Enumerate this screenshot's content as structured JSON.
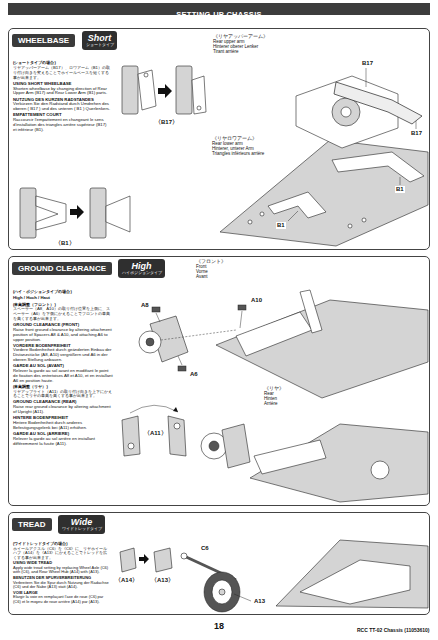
{
  "diagram": {
    "title": "SETTING UP CHASSIS",
    "nodes": [
      {
        "text": [
          "WHEELBASE"
        ]
      },
      {
        "text": [
          "Short",
          "ショートタイプ"
        ],
        "in": 0
      },
      {
        "text": [
          "GROUND CLEARANCE"
        ]
      },
      {
        "text": [
          "High",
          "ハイポジションタイプ"
        ],
        "in": 2
      },
      {
        "text": [
          "TREAD"
        ]
      },
      {
        "text": [
          "Wide",
          "ワイドトレッドタイプ"
        ],
        "in": 4
      }
    ],
    "labels": [
      "(ショートタイプの場合)",
      "リヤアッパーアーム（B17）、ロワアーム（B1）の取り付け向きを変えることでホイールベースを短くする事が出来ます。",
      "USING SHORT WHEELBASE",
      "Shorten wheelbase by changing direction of Rear Upper Arm (B17) and Rear Lower Arm (B1) parts.",
      "NUTZUNG DES KURZEN RADSTANDES",
      "Verkürzen Sie den Radstand durch Umdrehen des oberen ( B17 ) und des unteren ( B1 ) Querlenkers.",
      "EMPATTEMENT COURT",
      "Raccourcir l'empattement en changeant le sens d'installation des triangles arrière supérieur (B17) et inférieur (B1).",
      "《リヤアッパーアーム》",
      "Rear upper arm",
      "Hinterer oberer Lenker",
      "Tirant arrière",
      "B17",
      "〈B17〉",
      "B17",
      "《リヤロワアーム》",
      "Rear lower arm",
      "Hinterer, unterer Arm",
      "Triangles inférieurs arrière",
      "B1",
      "B1",
      "〈B1〉",
      "(ハイ・ポジションタイプの場合)",
      "High / Hoch / Haut",
      "(車高調整（フロント）)",
      "スペーサー（A8、A10）の取り付け位置を上側に、スペーサー（A6）を下側にかえることでフロントの車高を高くする事が出来ます。",
      "GROUND CLEARANCE (FRONT)",
      "Raise front ground clearance by altering attachment position of Spacers A8 & A10, and attaching A6 to upper position.",
      "VORDERE BODENFREIHEIT",
      "Vordere Bodenfreiheit durch geänderten Einbau der Distanzstücke (A8, A10) vergrößern und A6 in der oberen Stellung anbauen.",
      "GARDE AU SOL (AVANT)",
      "Relever la garde au sol avant en modifiant le point de fixation des entretoises A8 et A10, et en installant A6 en position haute.",
      "(車高調整（リヤ）)",
      "リヤアップライト（A11）の取り付け向きを上下にかえることでリヤの車高を高くする事が出来ます。",
      "GROUND CLEARANCE (REAR)",
      "Raise rear ground clearance by altering attachment of Upright (A11).",
      "HINTERE BODENFREIHEIT",
      "Hintere Bodenfreiheit durch anderes Befestigungsgelenk bei (A11) erhöhen.",
      "GARDE AU SOL (ARRIERE)",
      "Relever la garde au sol arrière en installant différemment la fusée (A11).",
      "《フロント》",
      "Front",
      "Vorne",
      "Avant",
      "A10",
      "A8",
      "A6",
      "〈A11〉",
      "《リヤ》",
      "Rear",
      "Hinten",
      "Arrière",
      "(ワイドトレッドタイプの場合)",
      "ホイールアクスル（C6）を《C6》に、リヤホイールハブ（A14）を《A13》にかえることでトレッドを広くする事が出来ます。",
      "USING WIDE TREAD",
      "Apply wide tread setting by replacing Wheel Axle (C6) with (C6), and Rear Wheel Hub (A14) with (A13).",
      "BENUTZEN DER SPURVERBREITERUNG",
      "Verbreitern Sie die Spur durch Nutzung der Radachse (C6) und der Nabe (A13) statt (A14).",
      "VOIE LARGE",
      "Elargir la voie en remplaçant l'axe de roue (C6) par (C6) et le moyeu de roue arrière (A14) par (A13).",
      "C6",
      "〈A14〉",
      "〈A13〉",
      "A13",
      "18",
      "RCC TT-02 Chassis (11053610)"
    ]
  }
}
